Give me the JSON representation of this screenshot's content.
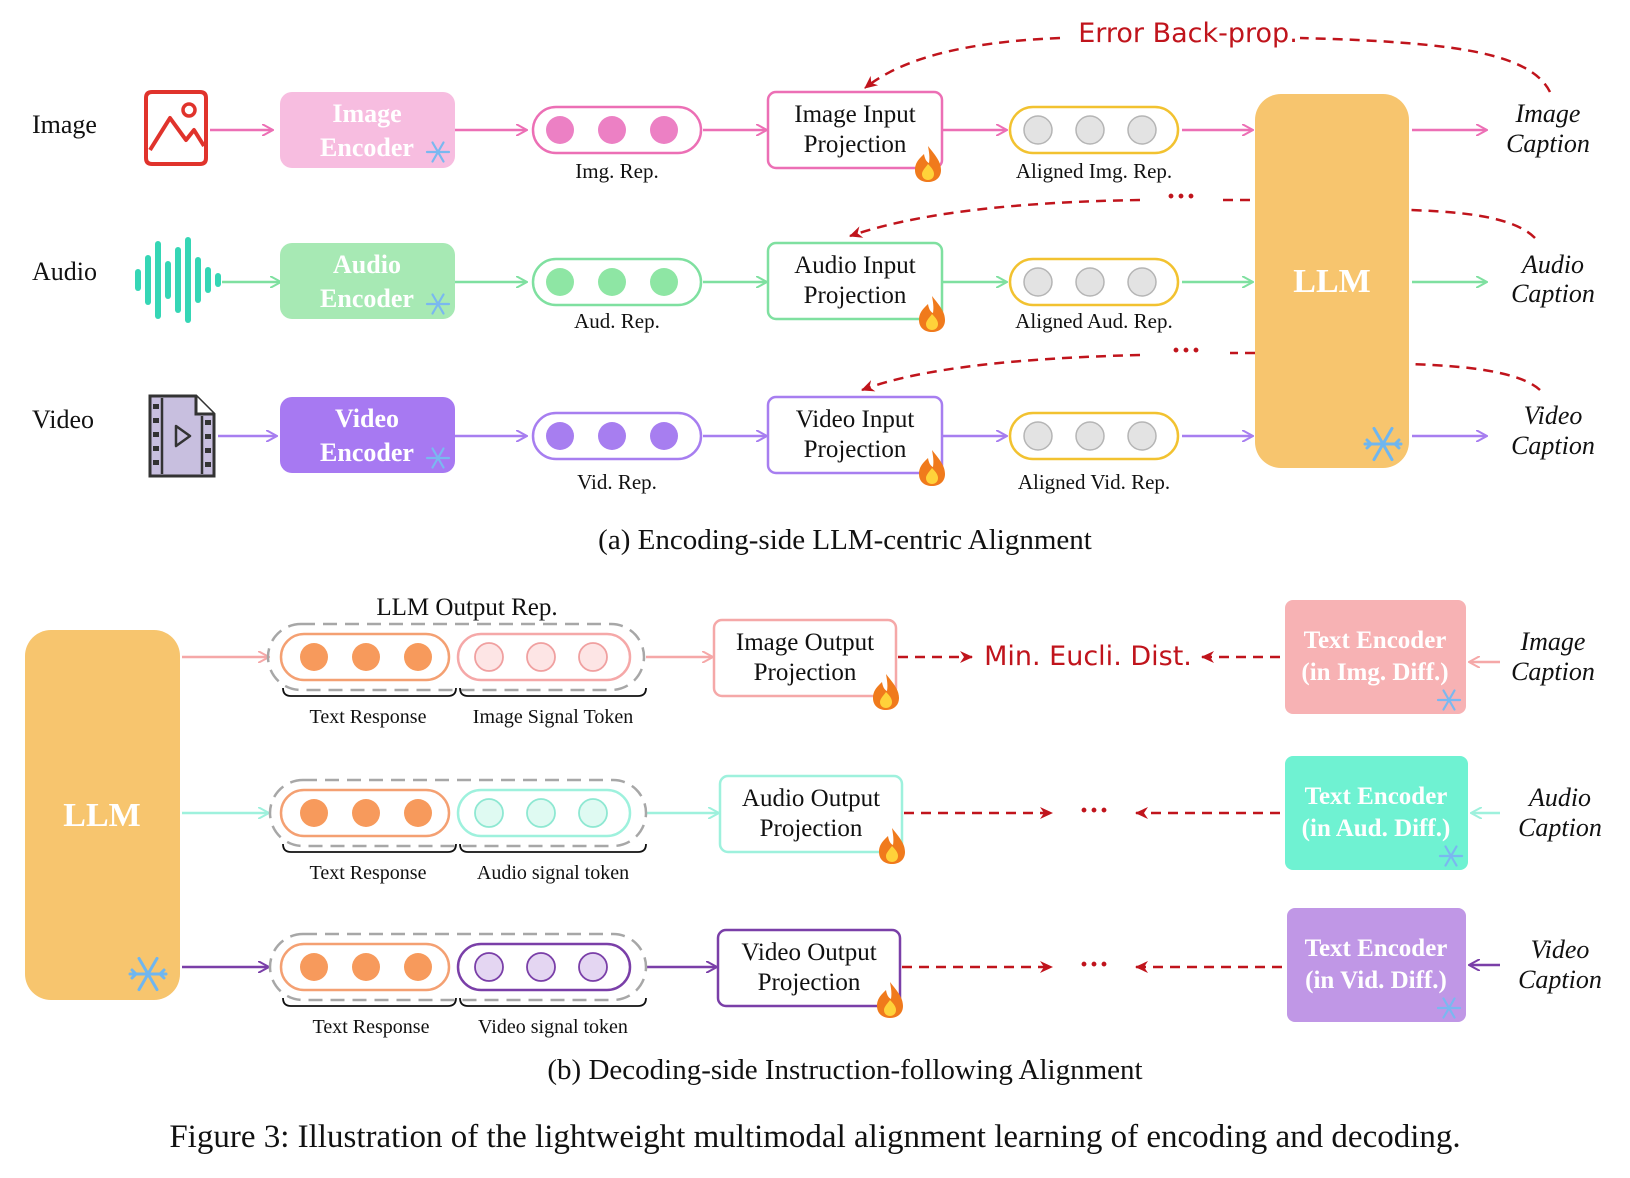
{
  "encoding": {
    "rows": [
      {
        "label": "Image",
        "encoder": [
          "Image",
          "Encoder"
        ],
        "rep": "Img. Rep.",
        "projection": [
          "Image Input",
          "Projection"
        ],
        "aligned": "Aligned Img. Rep.",
        "caption": [
          "Image",
          "Caption"
        ]
      },
      {
        "label": "Audio",
        "encoder": [
          "Audio",
          "Encoder"
        ],
        "rep": "Aud. Rep.",
        "projection": [
          "Audio Input",
          "Projection"
        ],
        "aligned": "Aligned Aud. Rep.",
        "caption": [
          "Audio",
          "Caption"
        ]
      },
      {
        "label": "Video",
        "encoder": [
          "Video",
          "Encoder"
        ],
        "rep": "Vid. Rep.",
        "projection": [
          "Video Input",
          "Projection"
        ],
        "aligned": "Aligned Vid. Rep.",
        "caption": [
          "Video",
          "Caption"
        ]
      }
    ],
    "llm": "LLM",
    "error": "Error Back-prop.",
    "dots": "···",
    "caption": "(a) Encoding-side LLM-centric Alignment"
  },
  "decoding": {
    "llm": "LLM",
    "output_rep": "LLM Output Rep.",
    "min_dist": "Min. Eucli. Dist.",
    "dots": "···",
    "rows": [
      {
        "text_response": "Text Response",
        "signal": "Image Signal Token",
        "projection": [
          "Image Output",
          "Projection"
        ],
        "text_encoder": [
          "Text Encoder",
          "(in Img. Diff.)"
        ],
        "caption": [
          "Image",
          "Caption"
        ]
      },
      {
        "text_response": "Text Response",
        "signal": "Audio signal token",
        "projection": [
          "Audio Output",
          "Projection"
        ],
        "text_encoder": [
          "Text Encoder",
          "(in Aud. Diff.)"
        ],
        "caption": [
          "Audio",
          "Caption"
        ]
      },
      {
        "text_response": "Text Response",
        "signal": "Video signal token",
        "projection": [
          "Video Output",
          "Projection"
        ],
        "text_encoder": [
          "Text Encoder",
          "(in Vid. Diff.)"
        ],
        "caption": [
          "Video",
          "Caption"
        ]
      }
    ],
    "caption": "(b) Decoding-side Instruction-following Alignment"
  },
  "figure_caption": "Figure 3: Illustration of the lightweight multimodal alignment learning of encoding and decoding.",
  "colors": {
    "image": "#ec6fb5",
    "image_fill": "#f7bde0",
    "audio": "#7fe0a0",
    "audio_fill": "#a7e9b4",
    "video": "#a77ef0",
    "video_fill": "#a779f2",
    "aligned": "#f2c230",
    "llm": "#f7c56e",
    "red": "#c0141c",
    "orange": "#f4a072",
    "out_image": "#f5a8a8",
    "out_audio": "#9ef1dd",
    "out_video": "#7a3fa8",
    "te_image": "#f7b2b4",
    "te_audio": "#6ff2d2",
    "te_video": "#c097e6"
  }
}
